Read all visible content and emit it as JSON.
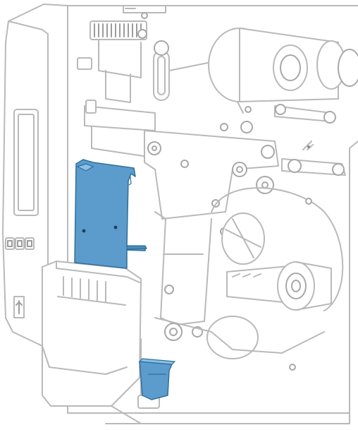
{
  "diagram": {
    "subject": "label-printer-media-path",
    "highlight_color": "#5b9ccc",
    "highlight_outline": "#2f6f9a",
    "line_color": "#b9b9b9",
    "background": "#ffffff",
    "highlighted_parts": [
      "printhead-bracket",
      "lower-media-guide"
    ]
  }
}
